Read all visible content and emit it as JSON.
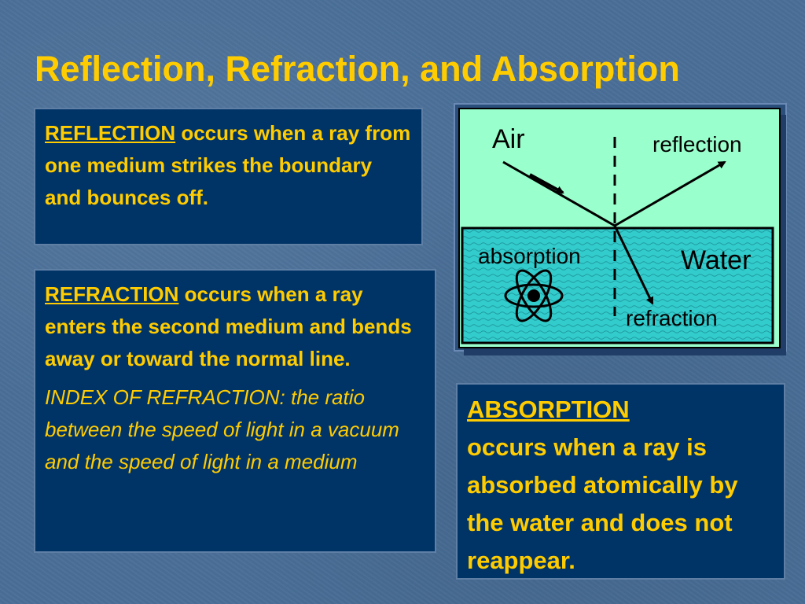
{
  "slide": {
    "title": "Reflection, Refraction, and Absorption"
  },
  "reflection_box": {
    "term": "REFLECTION",
    "text": " occurs when a ray from one medium strikes the boundary and bounces off."
  },
  "refraction_box": {
    "term": "REFRACTION",
    "text": " occurs when a ray enters the second medium and bends away or toward the normal line.",
    "definition": "INDEX OF REFRACTION: the ratio between the speed of light in a vacuum and the speed of light in a medium"
  },
  "absorption_box": {
    "term": "ABSORPTION",
    "text": "occurs when a ray is absorbed atomically by the water and does not reappear."
  },
  "diagram": {
    "labels": {
      "air": "Air",
      "reflection": "reflection",
      "absorption": "absorption",
      "water": "Water",
      "refraction": "refraction"
    },
    "colors": {
      "air": "#99ffcc",
      "water": "#33cccc",
      "text": "#ffcc00",
      "box": "#003366"
    }
  }
}
